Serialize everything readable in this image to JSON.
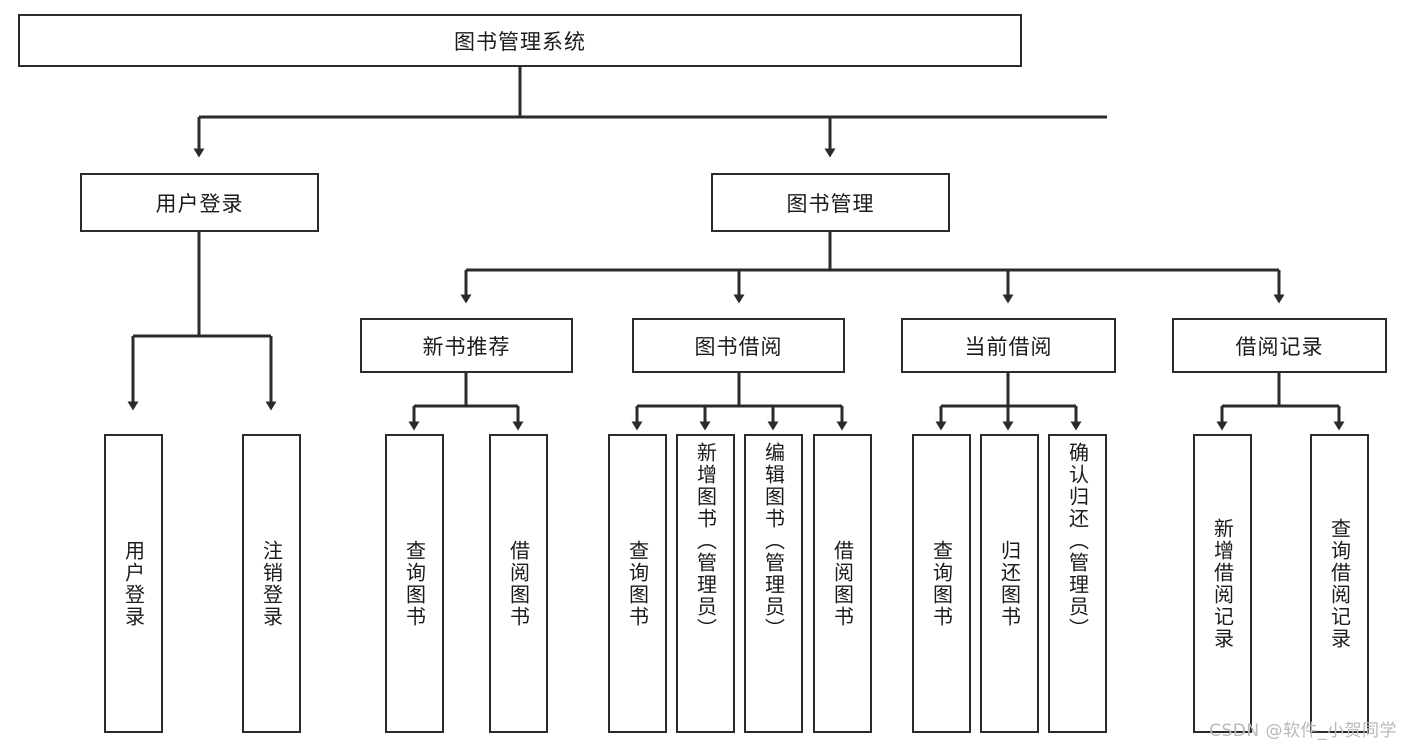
{
  "diagram": {
    "title": "图书管理系统",
    "watermark": "CSDN @软件_小贺同学",
    "line_color": "#2b2b2b",
    "box_fill": "#ffffff",
    "text_color": "#1b1b1b",
    "watermark_color": "#b9b9b9",
    "root": {
      "label": "图书管理系统"
    },
    "level2": [
      {
        "label": "用户登录"
      },
      {
        "label": "图书管理"
      }
    ],
    "level3": [
      {
        "label": "新书推荐"
      },
      {
        "label": "图书借阅"
      },
      {
        "label": "当前借阅"
      },
      {
        "label": "借阅记录"
      }
    ],
    "leaves": {
      "user_login": [
        {
          "label": "用户登录"
        },
        {
          "label": "注销登录"
        }
      ],
      "new_book": [
        {
          "label": "查询图书"
        },
        {
          "label": "借阅图书"
        }
      ],
      "book_borrow": [
        {
          "label": "查询图书"
        },
        {
          "label": "新增图书（管理员）"
        },
        {
          "label": "编辑图书（管理员）"
        },
        {
          "label": "借阅图书"
        }
      ],
      "current_borrow": [
        {
          "label": "查询图书"
        },
        {
          "label": "归还图书"
        },
        {
          "label": "确认归还（管理员）"
        }
      ],
      "borrow_record": [
        {
          "label": "新增借阅记录"
        },
        {
          "label": "查询借阅记录"
        }
      ]
    }
  }
}
